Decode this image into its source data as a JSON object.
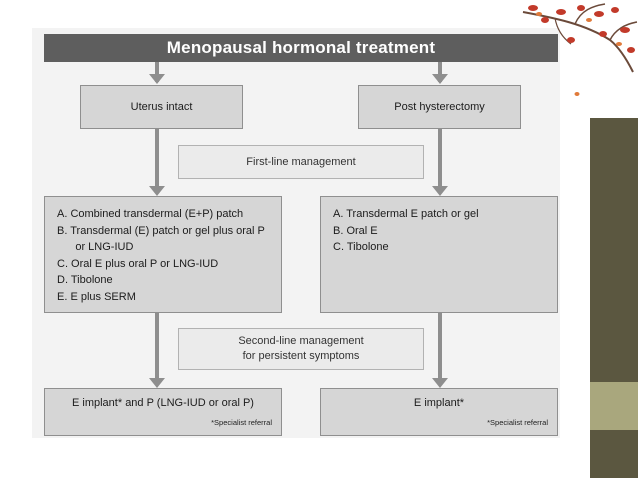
{
  "title": "Menopausal hormonal treatment",
  "branches": {
    "left": "Uterus intact",
    "right": "Post hysterectomy"
  },
  "first_line": "First-line management",
  "left_options": [
    "A.  Combined transdermal (E+P) patch",
    "B.  Transdermal (E) patch or gel plus oral P",
    "      or LNG-IUD",
    "C.  Oral E plus oral P or LNG-IUD",
    "D.  Tibolone",
    "E.  E  plus SERM"
  ],
  "right_options": [
    "A.  Transdermal E patch or gel",
    "B.  Oral E",
    "C.  Tibolone"
  ],
  "second_line": {
    "line1": "Second-line management",
    "line2": "for persistent symptoms"
  },
  "final": {
    "left": "E implant* and P (LNG-IUD or oral P)",
    "right": "E implant*",
    "referral": "*Specialist referral"
  },
  "colors": {
    "header_bg": "#5e5e5e",
    "box_bg": "#d6d6d6",
    "arrow": "#8e8e8e",
    "side_bar": "#5b5740",
    "side_accent": "#a9a77d"
  }
}
